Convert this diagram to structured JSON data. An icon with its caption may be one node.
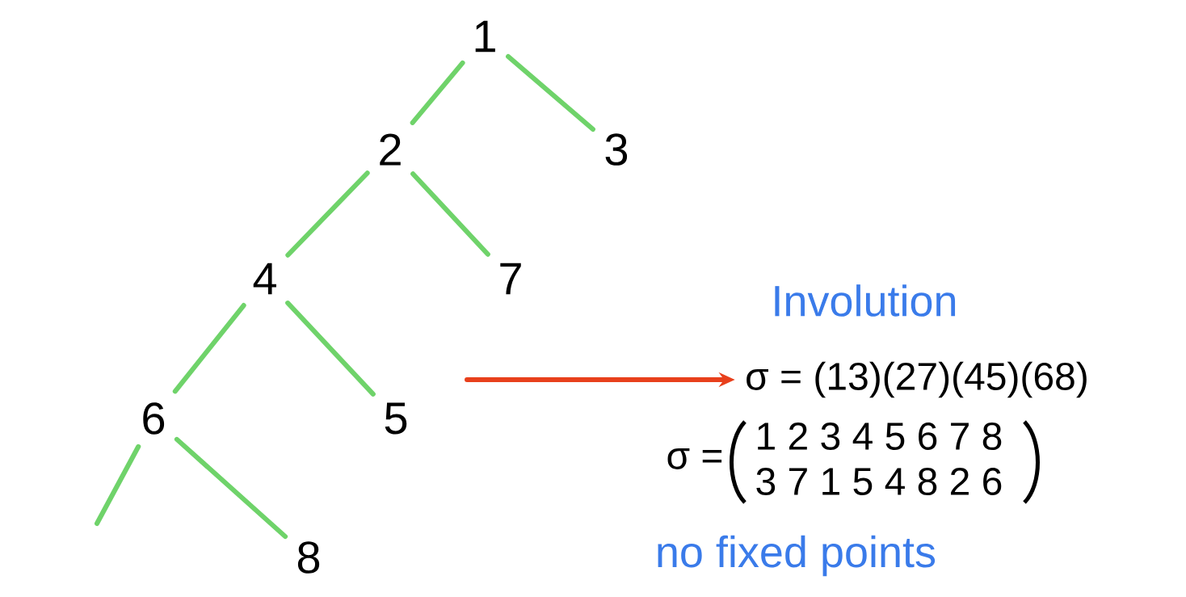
{
  "diagram": {
    "nodes": [
      {
        "text": [
          "1"
        ]
      },
      {
        "text": [
          "2"
        ]
      },
      {
        "text": [
          "3"
        ]
      },
      {
        "text": [
          "4"
        ]
      },
      {
        "text": [
          "7"
        ]
      },
      {
        "text": [
          "6"
        ]
      },
      {
        "text": [
          "5"
        ]
      },
      {
        "text": [
          "8"
        ]
      },
      {
        "text": [
          "σ = (13)(27)(45)(68)"
        ]
      }
    ],
    "edges": [
      {
        "from": 0,
        "to": 1,
        "arrow": "none"
      },
      {
        "from": 0,
        "to": 2,
        "arrow": "none"
      },
      {
        "from": 1,
        "to": 3,
        "arrow": "none"
      },
      {
        "from": 1,
        "to": 4,
        "arrow": "none"
      },
      {
        "from": 3,
        "to": 5,
        "arrow": "none"
      },
      {
        "from": 3,
        "to": 6,
        "arrow": "none"
      },
      {
        "from": 5,
        "to": 7,
        "arrow": "none"
      },
      {
        "from": 5,
        "to": null,
        "arrow": "none"
      },
      {
        "from": null,
        "to": 8,
        "arrow": "to",
        "color": "#e8401c"
      }
    ],
    "labels": [
      "Involution",
      "σ =",
      "1 2 3 4 5 6 7 8",
      "3 7 1 5 4 8 2 6",
      "no fixed points"
    ]
  }
}
